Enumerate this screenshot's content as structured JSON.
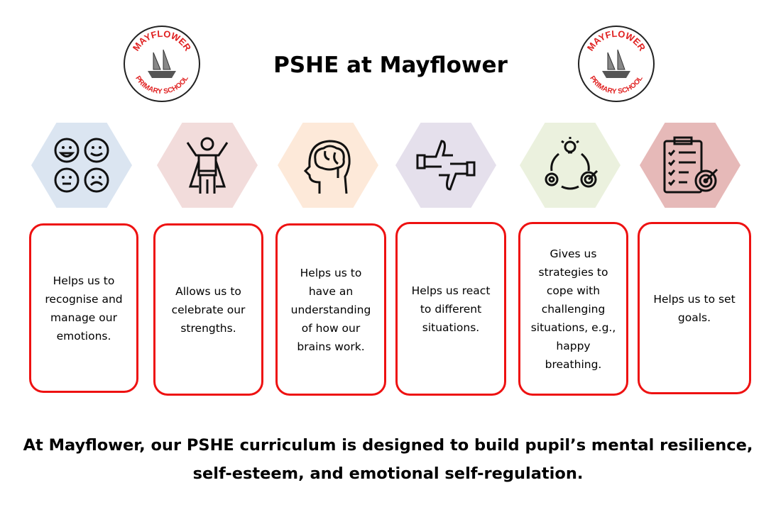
{
  "logo": {
    "top_text": "MAYFLOWER",
    "bottom_left": "PRIMARY",
    "bottom_right": "SCHOOL"
  },
  "title": "PSHE at Mayflower",
  "colors": {
    "border": "#ee1111",
    "hex": [
      "#dbe5f1",
      "#f2dcdb",
      "#fde9d9",
      "#e5e0ec",
      "#ebf1de",
      "#e6b9b8"
    ]
  },
  "cards": [
    {
      "icon": "emotion-faces-icon",
      "text": "Helps us to recognise and manage our emotions."
    },
    {
      "icon": "superhero-icon",
      "text": "Allows us to celebrate our strengths."
    },
    {
      "icon": "brain-head-icon",
      "text": "Helps us to have an understanding of how our brains work."
    },
    {
      "icon": "thumbs-up-down-icon",
      "text": "Helps us react to different situations."
    },
    {
      "icon": "strategy-cycle-icon",
      "text": "Gives us strategies to cope with challenging situations, e.g., happy breathing."
    },
    {
      "icon": "checklist-target-icon",
      "text": "Helps us to set goals."
    }
  ],
  "footer": {
    "line1": "At Mayflower, our PSHE curriculum is designed to build pupil’s mental resilience,",
    "line2": "self-esteem, and emotional self-regulation."
  }
}
